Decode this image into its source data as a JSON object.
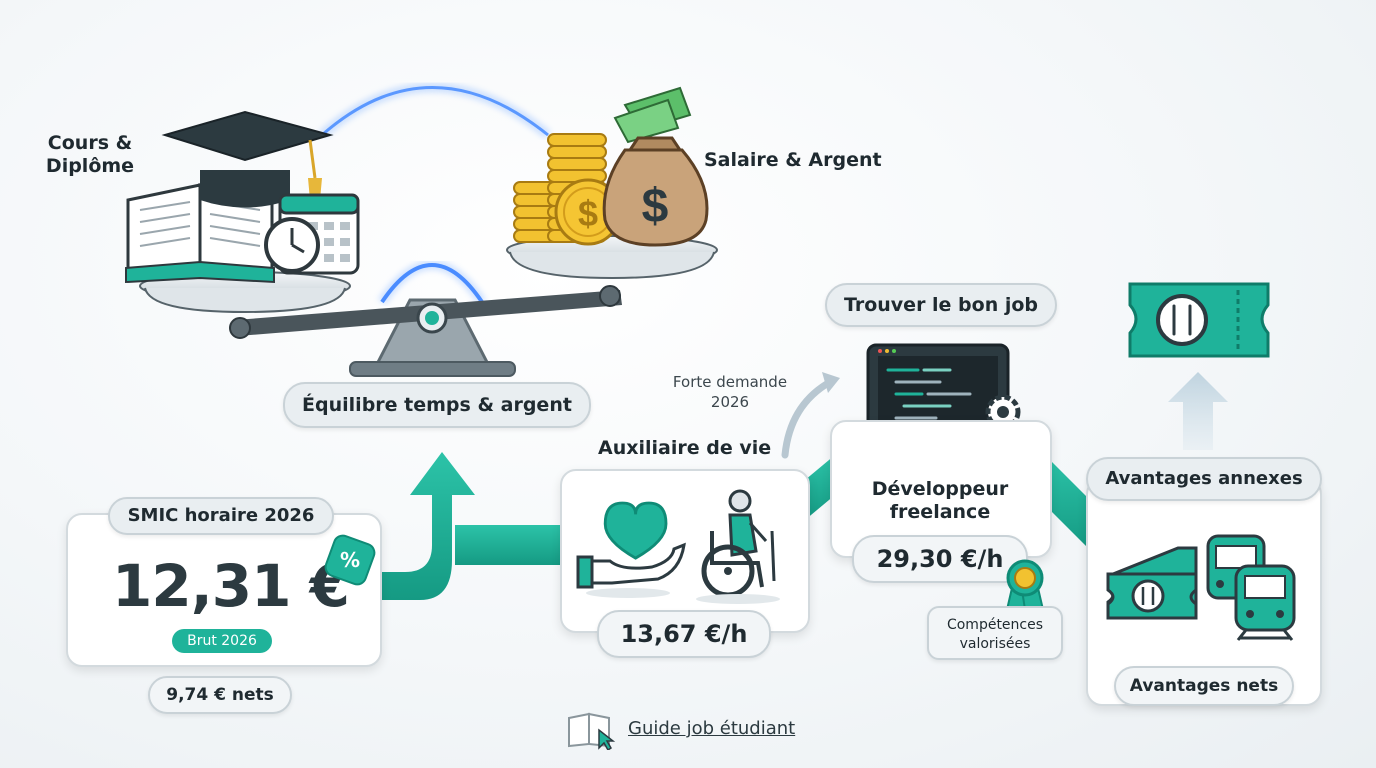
{
  "scale": {
    "left_label": "Cours & Diplôme",
    "right_label": "Salaire & Argent",
    "balance_label": "Équilibre temps & argent"
  },
  "smic": {
    "title": "SMIC horaire 2026",
    "amount": "12,31 €",
    "badge_brut": "Brut 2026",
    "net": "9,74 € nets",
    "percent_symbol": "%"
  },
  "auxiliaire": {
    "title": "Auxiliaire de vie",
    "rate": "13,67 €/h"
  },
  "freelance": {
    "header": "Trouver le bon job",
    "demand_note": "Forte demande 2026",
    "title": "Développeur freelance",
    "rate": "29,30 €/h",
    "skills_note": "Compétences valorisées"
  },
  "avantages": {
    "title": "Avantages annexes",
    "footer": "Avantages nets"
  },
  "guide_link": "Guide job étudiant",
  "colors": {
    "teal": "#1fb39a",
    "teal_dark": "#0f8b76",
    "dark": "#2c3a40",
    "gold": "#f2c230",
    "glow": "#4a8cff"
  },
  "icons": [
    "graduation-cap-icon",
    "book-icon",
    "calendar-icon",
    "clock-icon",
    "coins-icon",
    "money-bag-icon",
    "percent-badge-icon",
    "heart-hand-icon",
    "wheelchair-icon",
    "laptop-code-icon",
    "gear-icon",
    "award-ribbon-icon",
    "meal-ticket-icon",
    "bus-icon",
    "train-icon",
    "book-cursor-icon"
  ]
}
